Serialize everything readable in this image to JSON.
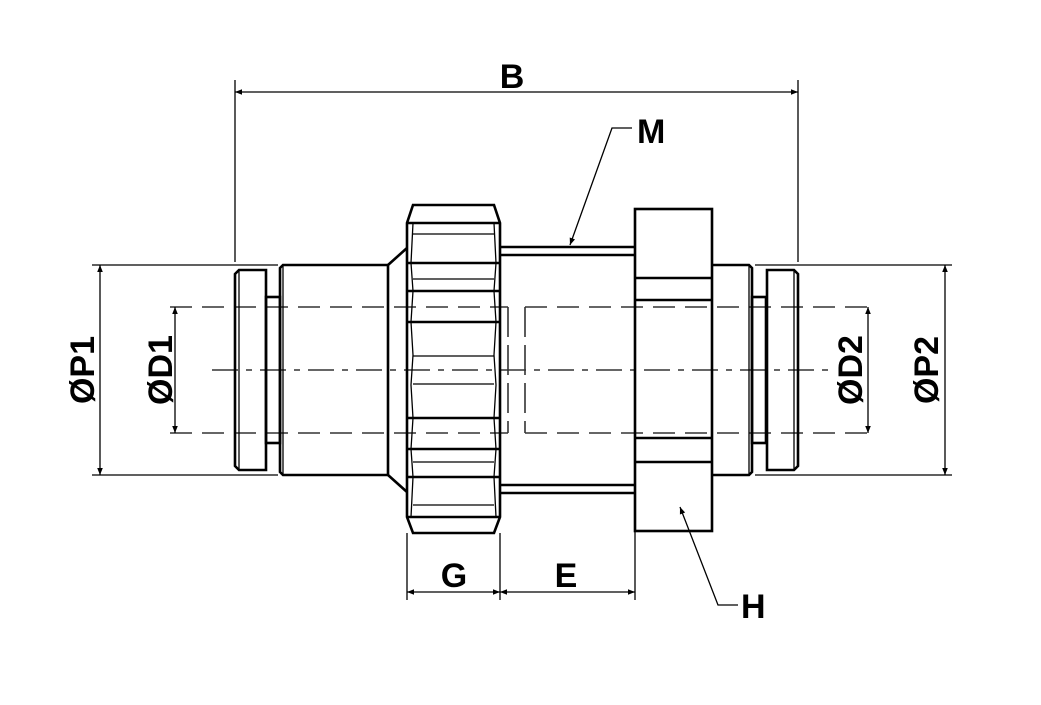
{
  "labels": {
    "b": "B",
    "m": "M",
    "h": "H",
    "g": "G",
    "e": "E",
    "p1": "ØP1",
    "d1": "ØD1",
    "d2": "ØD2",
    "p2": "ØP2"
  }
}
